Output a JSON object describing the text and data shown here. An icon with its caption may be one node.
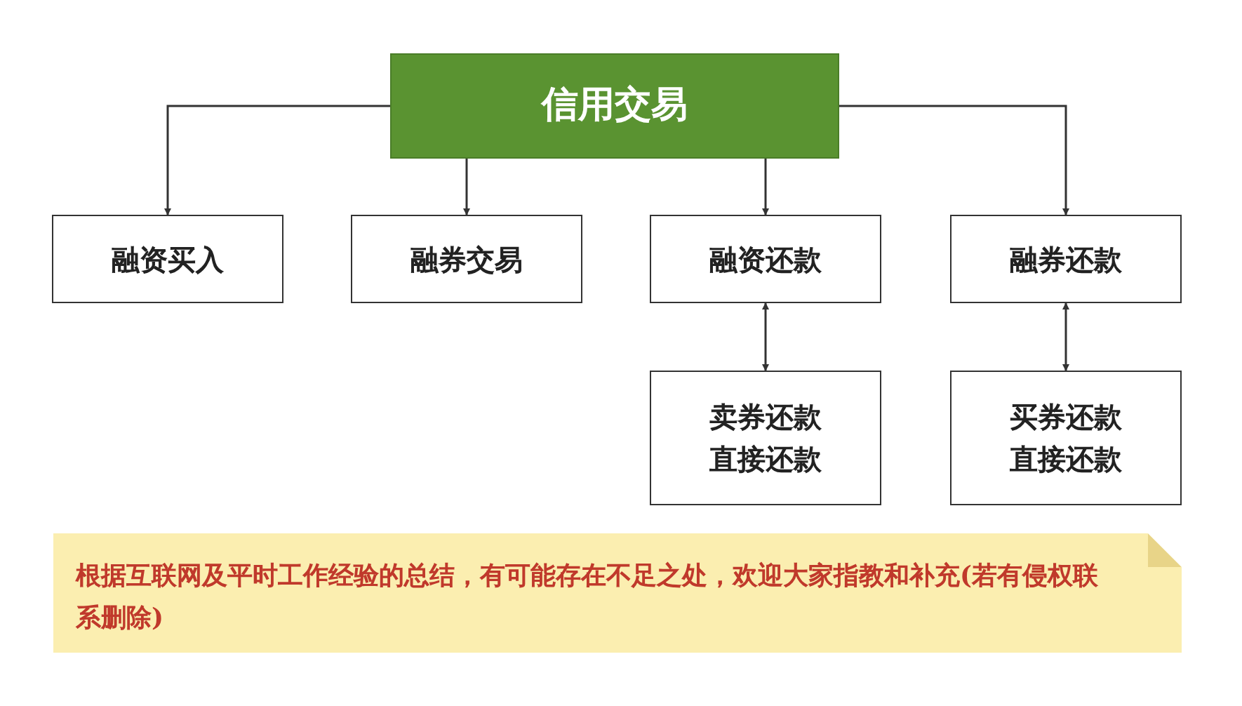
{
  "diagram": {
    "nodes": [
      {
        "text": [
          "信用交易"
        ]
      },
      {
        "text": [
          "融资买入"
        ]
      },
      {
        "text": [
          "融券交易"
        ]
      },
      {
        "text": [
          "融资还款"
        ]
      },
      {
        "text": [
          "融券还款"
        ]
      },
      {
        "text": [
          "卖券还款",
          "直接还款"
        ]
      },
      {
        "text": [
          "买券还款",
          "直接还款"
        ]
      },
      {
        "text": [
          "根据互联网及平时工作经验的总结，有可能存在不足之处，欢迎大家指教和补充(若有侵权联系删除)"
        ]
      }
    ],
    "edges": [
      {
        "from": 0,
        "to": 1,
        "arrow": "to"
      },
      {
        "from": 0,
        "to": 2,
        "arrow": "to"
      },
      {
        "from": 0,
        "to": 3,
        "arrow": "to"
      },
      {
        "from": 0,
        "to": 4,
        "arrow": "to"
      },
      {
        "from": 3,
        "to": 5,
        "arrow": "both"
      },
      {
        "from": 4,
        "to": 6,
        "arrow": "both"
      }
    ]
  }
}
